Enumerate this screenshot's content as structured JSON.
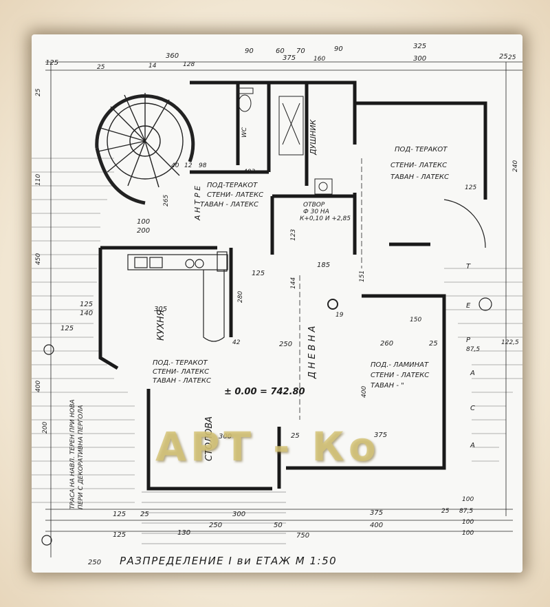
{
  "rooms": {
    "stair_room": {
      "floor": "ПОД-ТЕРАКОТ",
      "walls": "СТЕНИ- ЛАТЕКС",
      "ceiling": "ТАВАН - ЛАТЕКС"
    },
    "right_room": {
      "floor": "ПОД- ТЕРАКОТ",
      "walls": "СТЕНИ- ЛАТЕКС",
      "ceiling": "ТАВАН - ЛАТЕКС"
    },
    "kitchen": {
      "name": "КУХНЯ",
      "floor": "ПОД.- ТЕРАКОТ",
      "walls": "СТЕНИ- ЛАТЕКС",
      "ceiling": "ТАВАН - ЛАТЕКС"
    },
    "living": {
      "name": "Д Н Е В Н А",
      "floor": "ПОД.- ЛАМИНАТ",
      "walls": "СТЕНИ - ЛАТЕКС",
      "ceiling": "ТАВАН - \""
    },
    "dining": {
      "name": "СТОЛОВА"
    },
    "antre": {
      "name": "А Н Т Р Е"
    },
    "dushnik": {
      "name": "ДУШНИК"
    },
    "wc": {
      "name": "WC"
    }
  },
  "notes": {
    "opening": "ОТВОР",
    "opening_dia": "Ф 30 НА",
    "opening_level": "К+0,10 И +2,85",
    "level_mark": "± 0.00 = 742.80",
    "side_note_1": "ТРАСА НА НАВЛ. ТЕРЕН ПРИ НОВА",
    "side_note_2": "ПЕРИ С ДЕКОРАТИВНА ПЕРГОЛА"
  },
  "dimensions": {
    "top": [
      "375",
      "325",
      "360",
      "125",
      "90",
      "60",
      "70",
      "90",
      "25",
      "300",
      "14",
      "128",
      "160",
      "25"
    ],
    "inner": [
      "403",
      "40",
      "12",
      "98",
      "265",
      "185",
      "123",
      "125",
      "280",
      "305",
      "250",
      "260",
      "25",
      "400",
      "300",
      "25",
      "375",
      "144",
      "151",
      "19",
      "42",
      "150",
      "100",
      "200"
    ],
    "bottom": [
      "125",
      "25",
      "300",
      "375",
      "50",
      "130",
      "250",
      "400",
      "125",
      "750",
      "25",
      "87,5",
      "100",
      "100",
      "100",
      "250"
    ],
    "left": [
      "25",
      "110",
      "450",
      "400",
      "125",
      "140",
      "125",
      "200"
    ],
    "right": [
      "87,5",
      "122,5",
      "125",
      "240",
      "25"
    ]
  },
  "axes": [
    "Т",
    "Е",
    "Р",
    "А",
    "С",
    "А"
  ],
  "title": "РАЗПРЕДЕЛЕНИЕ  I ви ЕТАЖ  М 1:50",
  "watermark": "АРТ - Ко"
}
